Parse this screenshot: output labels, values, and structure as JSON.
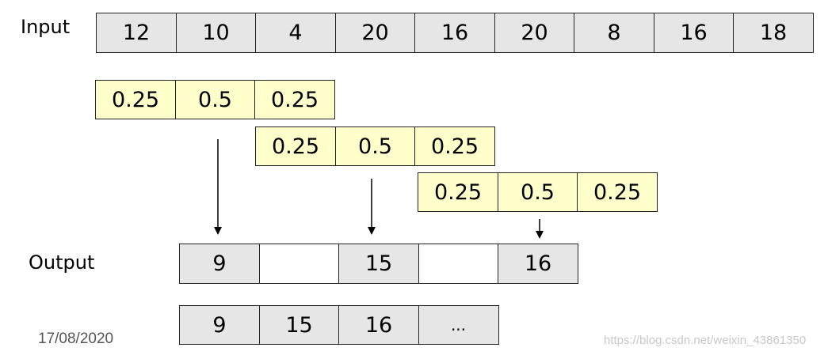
{
  "labels": {
    "input": "Input",
    "output": "Output"
  },
  "input_row": [
    "12",
    "10",
    "4",
    "20",
    "16",
    "20",
    "8",
    "16",
    "18"
  ],
  "kernels": [
    [
      "0.25",
      "0.5",
      "0.25"
    ],
    [
      "0.25",
      "0.5",
      "0.25"
    ],
    [
      "0.25",
      "0.5",
      "0.25"
    ]
  ],
  "output_row": [
    "9",
    "",
    "15",
    "",
    "16"
  ],
  "compact_row": [
    "9",
    "15",
    "16",
    "..."
  ],
  "footer": {
    "date": "17/08/2020",
    "watermark": "https://blog.csdn.net/weixin_43861350"
  },
  "colors": {
    "cell_gray": "#e6e6e6",
    "kernel_yellow": "#ffffcc",
    "border": "#222222"
  }
}
